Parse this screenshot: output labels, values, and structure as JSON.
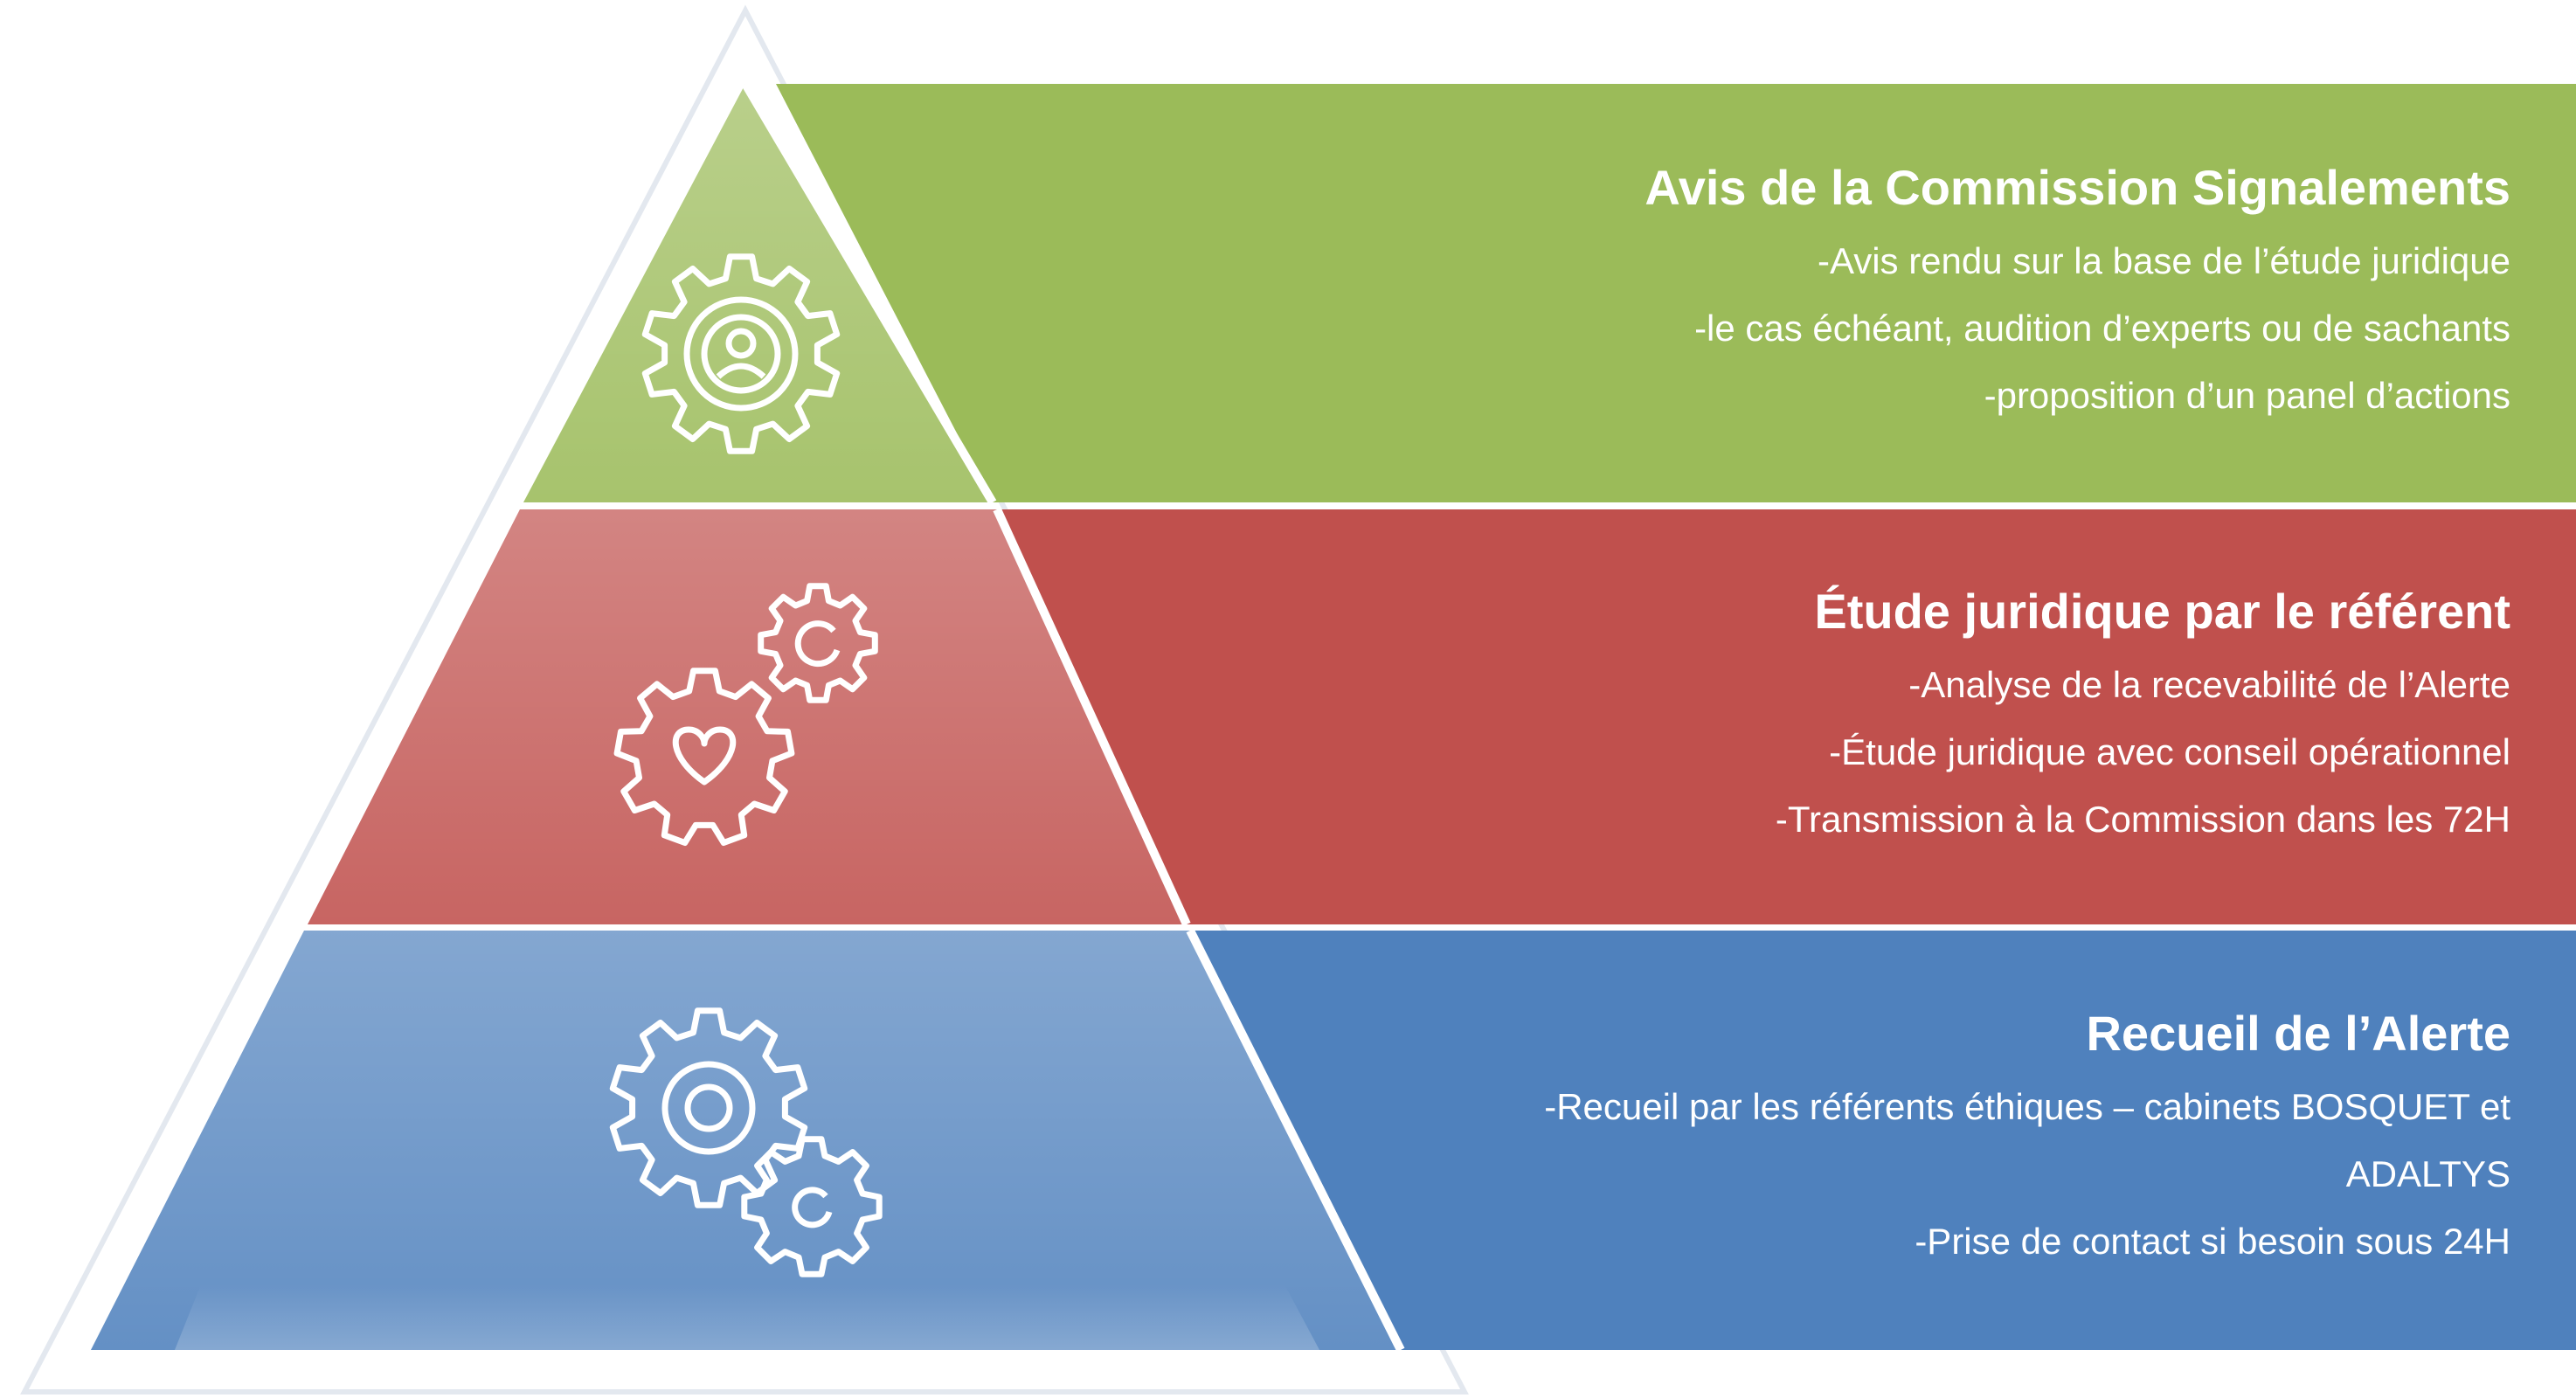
{
  "colors": {
    "green": "#9BBB59",
    "red": "#C0504D",
    "blue": "#4F81BD",
    "triangle_outline": "#E9EEF5"
  },
  "levels": [
    {
      "id": "top",
      "color": "#9BBB59",
      "icon": "gear-person-icon",
      "title": "Avis de la Commission Signalements",
      "lines": [
        "-Avis rendu sur la base de l’étude juridique",
        "-le cas échéant, audition d’experts ou de sachants",
        "-proposition d’un panel d’actions"
      ]
    },
    {
      "id": "middle",
      "color": "#C0504D",
      "icon": "gear-heart-icon",
      "title": "Étude juridique par le référent",
      "lines": [
        "-Analyse de la recevabilité de l’Alerte",
        "-Étude juridique avec conseil opérationnel",
        "-Transmission à la Commission dans les 72H"
      ]
    },
    {
      "id": "bottom",
      "color": "#4F81BD",
      "icon": "gears-icon",
      "title": "Recueil de l’Alerte",
      "lines": [
        "-Recueil par les référents éthiques – cabinets BOSQUET et",
        "ADALTYS",
        "-Prise de contact si besoin sous 24H"
      ]
    }
  ]
}
